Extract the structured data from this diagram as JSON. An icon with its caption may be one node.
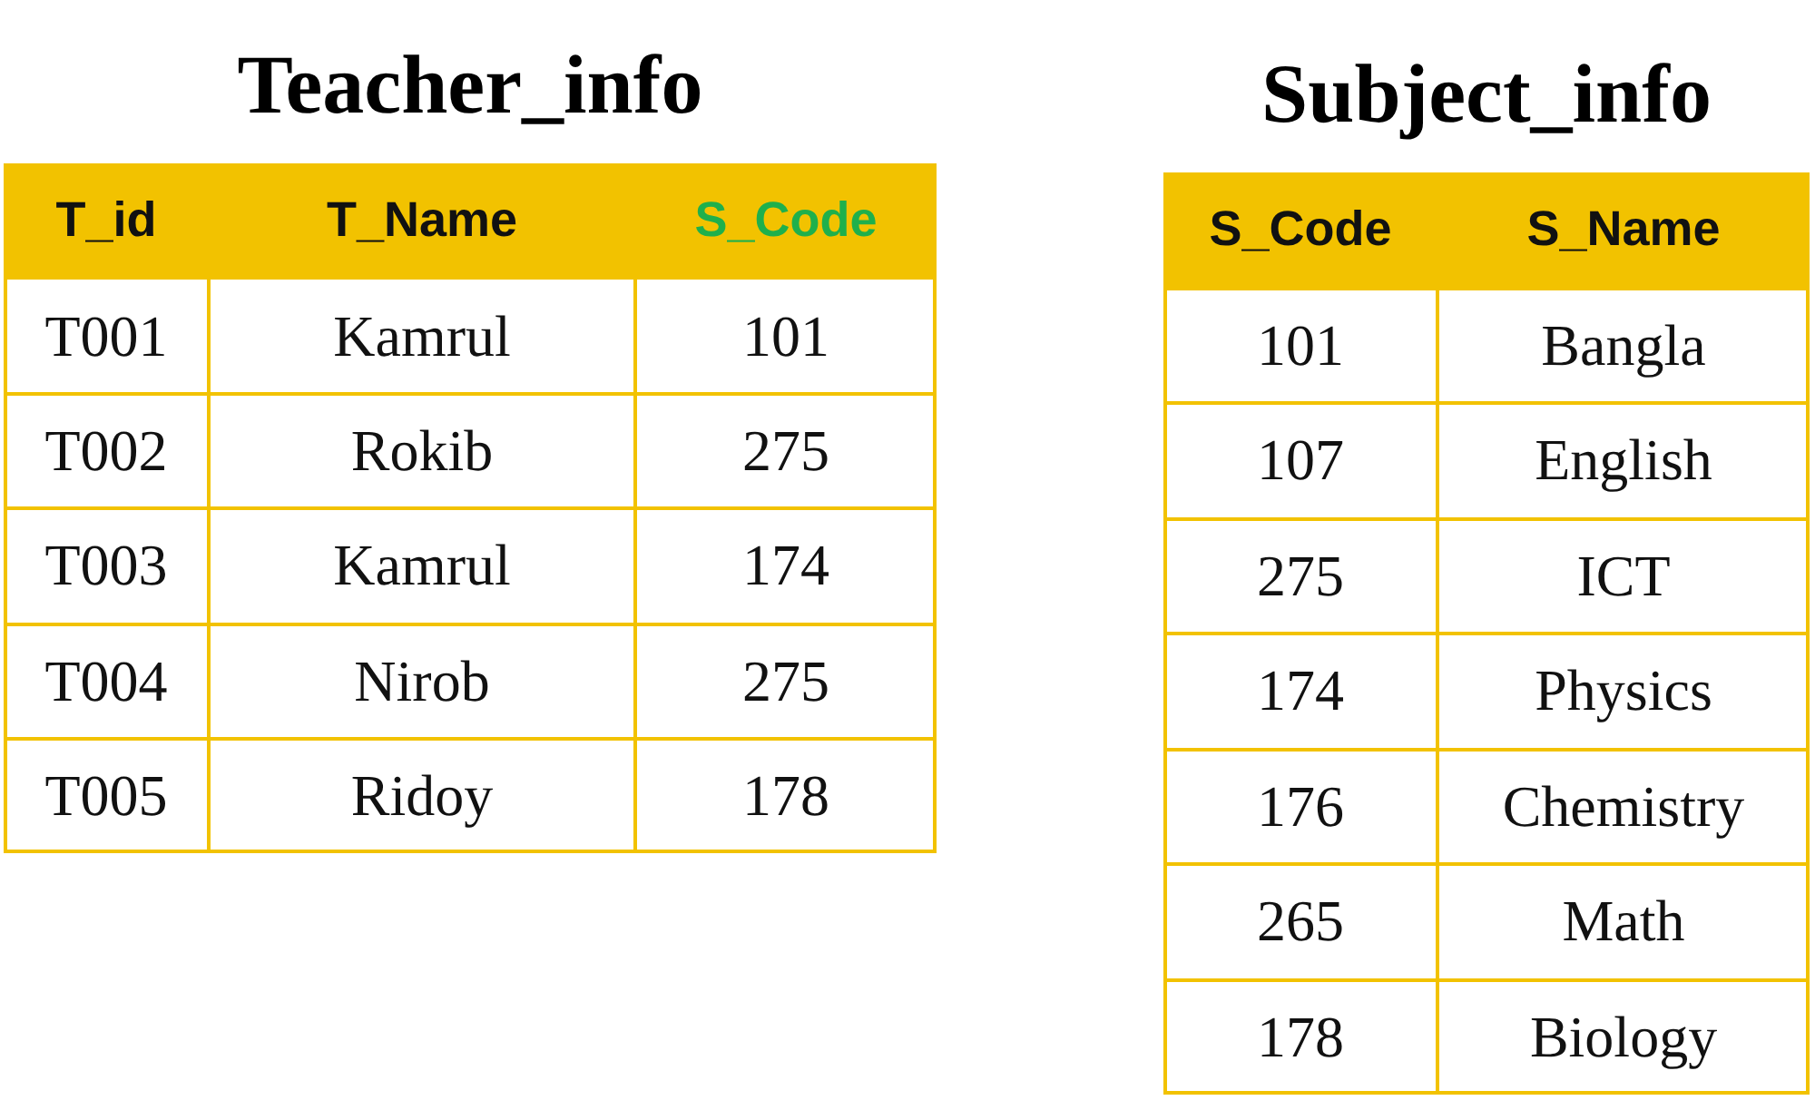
{
  "diagram": {
    "nodes": [
      {
        "text": [
          "Teacher_info"
        ]
      },
      {
        "text": [
          "T_id"
        ],
        "in": 0
      },
      {
        "text": [
          "T_Name"
        ],
        "in": 0
      },
      {
        "text": [
          "S_Code"
        ],
        "in": 0
      },
      {
        "text": [
          "T001"
        ],
        "in": 0
      },
      {
        "text": [
          "Kamrul"
        ],
        "in": 0
      },
      {
        "text": [
          "101"
        ],
        "in": 0
      },
      {
        "text": [
          "T002"
        ],
        "in": 0
      },
      {
        "text": [
          "Rokib"
        ],
        "in": 0
      },
      {
        "text": [
          "275"
        ],
        "in": 0
      },
      {
        "text": [
          "T003"
        ],
        "in": 0
      },
      {
        "text": [
          "Kamrul"
        ],
        "in": 0
      },
      {
        "text": [
          "174"
        ],
        "in": 0
      },
      {
        "text": [
          "T004"
        ],
        "in": 0
      },
      {
        "text": [
          "Nirob"
        ],
        "in": 0
      },
      {
        "text": [
          "275"
        ],
        "in": 0
      },
      {
        "text": [
          "T005"
        ],
        "in": 0
      },
      {
        "text": [
          "Ridoy"
        ],
        "in": 0
      },
      {
        "text": [
          "178"
        ],
        "in": 0
      },
      {
        "text": [
          "Subject_info"
        ]
      },
      {
        "text": [
          "S_Code"
        ],
        "in": 19
      },
      {
        "text": [
          "S_Name"
        ],
        "in": 19
      },
      {
        "text": [
          "101"
        ],
        "in": 19
      },
      {
        "text": [
          "Bangla"
        ],
        "in": 19
      },
      {
        "text": [
          "107"
        ],
        "in": 19
      },
      {
        "text": [
          "English"
        ],
        "in": 19
      },
      {
        "text": [
          "275"
        ],
        "in": 19
      },
      {
        "text": [
          "ICT"
        ],
        "in": 19
      },
      {
        "text": [
          "174"
        ],
        "in": 19
      },
      {
        "text": [
          "Physics"
        ],
        "in": 19
      },
      {
        "text": [
          "176"
        ],
        "in": 19
      },
      {
        "text": [
          "Chemistry"
        ],
        "in": 19
      },
      {
        "text": [
          "265"
        ],
        "in": 19
      },
      {
        "text": [
          "Math"
        ],
        "in": 19
      },
      {
        "text": [
          "178"
        ],
        "in": 19
      },
      {
        "text": [
          "Biology"
        ],
        "in": 19
      }
    ],
    "edges": []
  }
}
